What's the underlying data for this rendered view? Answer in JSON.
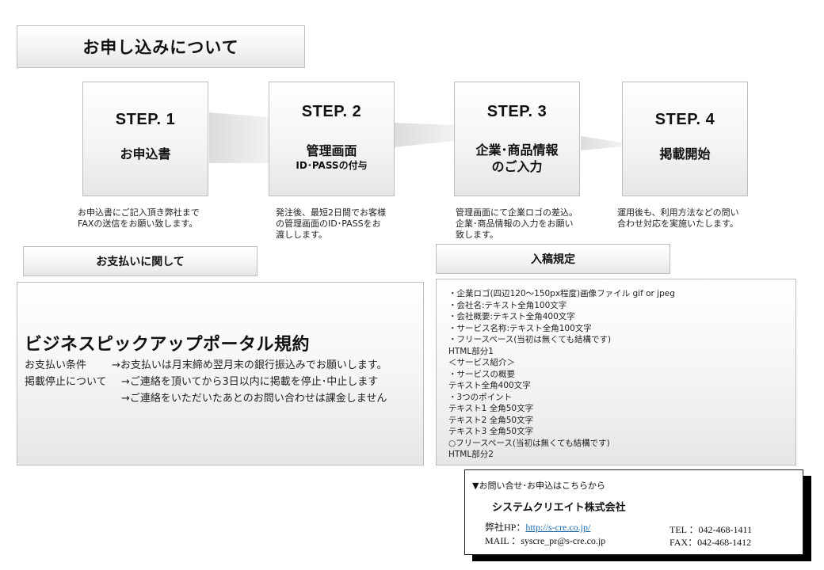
{
  "header": {
    "title": "お申し込みについて"
  },
  "steps": [
    {
      "label": "STEP. 1",
      "title": "お申込書",
      "sub": "",
      "desc": "お申込書にご記入頂き弊社まで\nFAXの送信をお願い致します。"
    },
    {
      "label": "STEP. 2",
      "title": "管理画面",
      "sub": "ID･PASSの付与",
      "desc": "発注後、最短2日間でお客様\nの管理画面のID･PASSをお\n渡しします。"
    },
    {
      "label": "STEP. 3",
      "title": "企業･商品情報\nのご入力",
      "sub": "",
      "desc": "管理画面にて企業ロゴの差込。\n企業･商品情報の入力をお願い\n致します。"
    },
    {
      "label": "STEP. 4",
      "title": "掲載開始",
      "sub": "",
      "desc": "運用後も、利用方法などの問い\n合わせ対応を実施いたします。"
    }
  ],
  "payment": {
    "section_title": "お支払いに関して",
    "terms_title": "ビジネスピックアップポータル規約",
    "rows": [
      {
        "label": "お支払い条件",
        "text": "→お支払いは月末締め翌月末の銀行振込みでお願いします。"
      },
      {
        "label": "掲載停止について",
        "text": "→ご連絡を頂いてから3日以内に掲載を停止･中止します"
      },
      {
        "label": "",
        "text": "→ご連絡をいただいたあとのお問い合わせは課金しません"
      }
    ]
  },
  "rules": {
    "section_title": "入稿規定",
    "items": [
      "・企業ロゴ(四辺120～150px程度)画像ファイル gif or jpeg",
      "・会社名:テキスト全角100文字",
      "・会社概要:テキスト全角400文字",
      "・サービス名称:テキスト全角100文字",
      "・フリースペース(当初は無くても結構です)",
      "HTML部分1",
      "＜サービス紹介＞",
      "・サービスの概要",
      "テキスト全角400文字",
      "・3つのポイント",
      "テキスト1 全角50文字",
      "テキスト2 全角50文字",
      "テキスト3 全角50文字",
      "○フリースペース(当初は無くても結構です)",
      "HTML部分2"
    ]
  },
  "contact": {
    "intro": "▼お問い合せ･お申込はこちらから",
    "company": "システムクリエイト株式会社",
    "hp_label": "弊社HP：",
    "hp_url": "http://s-cre.co.jp/",
    "mail_label": "MAIL  ：",
    "mail": "syscre_pr@s-cre.co.jp",
    "tel": "TEL ：042-468-1411",
    "fax": "FAX：042-468-1412"
  }
}
